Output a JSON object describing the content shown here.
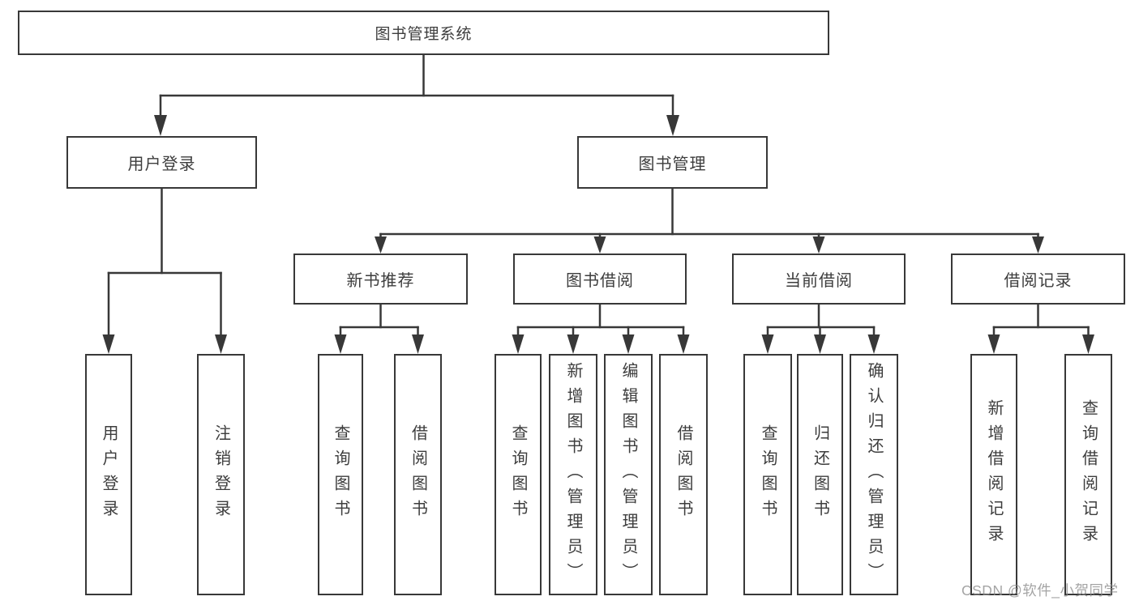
{
  "diagram": {
    "root": {
      "label": "图书管理系统",
      "children": [
        {
          "label": "用户登录",
          "children": [
            {
              "label": "用户登录"
            },
            {
              "label": "注销登录"
            }
          ]
        },
        {
          "label": "图书管理",
          "children": [
            {
              "label": "新书推荐",
              "children": [
                {
                  "label": "查询图书"
                },
                {
                  "label": "借阅图书"
                }
              ]
            },
            {
              "label": "图书借阅",
              "children": [
                {
                  "label": "查询图书"
                },
                {
                  "label": "新增图书（管理员）"
                },
                {
                  "label": "编辑图书（管理员）"
                },
                {
                  "label": "借阅图书"
                }
              ]
            },
            {
              "label": "当前借阅",
              "children": [
                {
                  "label": "查询图书"
                },
                {
                  "label": "归还图书"
                },
                {
                  "label": "确认归还（管理员）"
                }
              ]
            },
            {
              "label": "借阅记录",
              "children": [
                {
                  "label": "新增借阅记录"
                },
                {
                  "label": "查询借阅记录"
                }
              ]
            }
          ]
        }
      ]
    },
    "colors": {
      "line": "#383838",
      "text": "#3d3d3d",
      "node_background": "#ffffff",
      "watermark": "#8a8a8a"
    }
  },
  "watermark": {
    "text": "CSDN @软件_小贺同学"
  }
}
